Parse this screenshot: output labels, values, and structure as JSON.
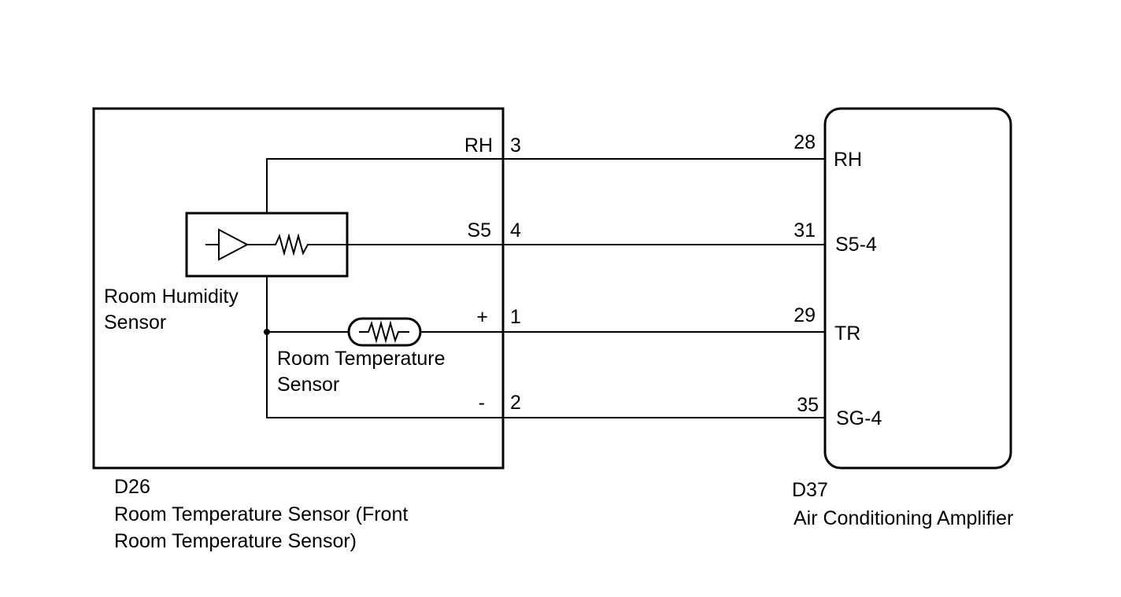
{
  "components": {
    "sensor_unit": {
      "code": "D26",
      "name_line1": "Room Temperature Sensor (Front",
      "name_line2": "Room Temperature Sensor)"
    },
    "humidity_sensor": {
      "line1": "Room Humidity",
      "line2": "Sensor"
    },
    "temperature_sensor": {
      "line1": "Room Temperature",
      "line2": "Sensor"
    },
    "amplifier": {
      "code": "D37",
      "name": "Air Conditioning Amplifier"
    }
  },
  "wires": [
    {
      "sensor_terminal": "RH",
      "sensor_pin": "3",
      "amp_pin": "28",
      "amp_terminal": "RH"
    },
    {
      "sensor_terminal": "S5",
      "sensor_pin": "4",
      "amp_pin": "31",
      "amp_terminal": "S5-4"
    },
    {
      "sensor_terminal": "+",
      "sensor_pin": "1",
      "amp_pin": "29",
      "amp_terminal": "TR"
    },
    {
      "sensor_terminal": "-",
      "sensor_pin": "2",
      "amp_pin": "35",
      "amp_terminal": "SG-4"
    }
  ]
}
